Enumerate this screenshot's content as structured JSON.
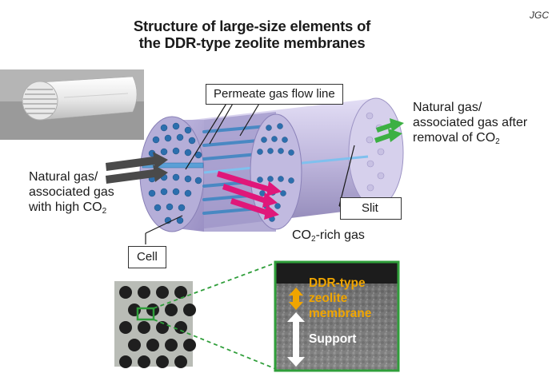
{
  "title": {
    "line1": "Structure of large-size elements of",
    "line2": "the DDR-type zeolite membranes"
  },
  "credit": "JGC",
  "labels": {
    "permeate": "Permeate gas flow line",
    "outlet_line1": "Natural gas/",
    "outlet_line2": "associated gas after",
    "outlet_line3_pre": "removal of CO",
    "outlet_line3_sub": "2",
    "inlet_line1": "Natural gas/",
    "inlet_line2": "associated gas",
    "inlet_line3_pre": "with high CO",
    "inlet_line3_sub": "2",
    "slit": "Slit",
    "co2_pre": "CO",
    "co2_sub": "2",
    "co2_post": "-rich gas",
    "cell": "Cell"
  },
  "micrograph": {
    "membrane_line1": "DDR-type",
    "membrane_line2": "zeolite",
    "membrane_line3": "membrane",
    "support": "Support"
  },
  "colors": {
    "inlet_arrow": "#4a4a4a",
    "outlet_arrow": "#3cb043",
    "co2_arrow": "#e0177a",
    "callout_dashed": "#2f9e3a",
    "membrane_label": "#f0a500",
    "cylinder": "#b7b0d4",
    "channel": "#3f86c2"
  }
}
